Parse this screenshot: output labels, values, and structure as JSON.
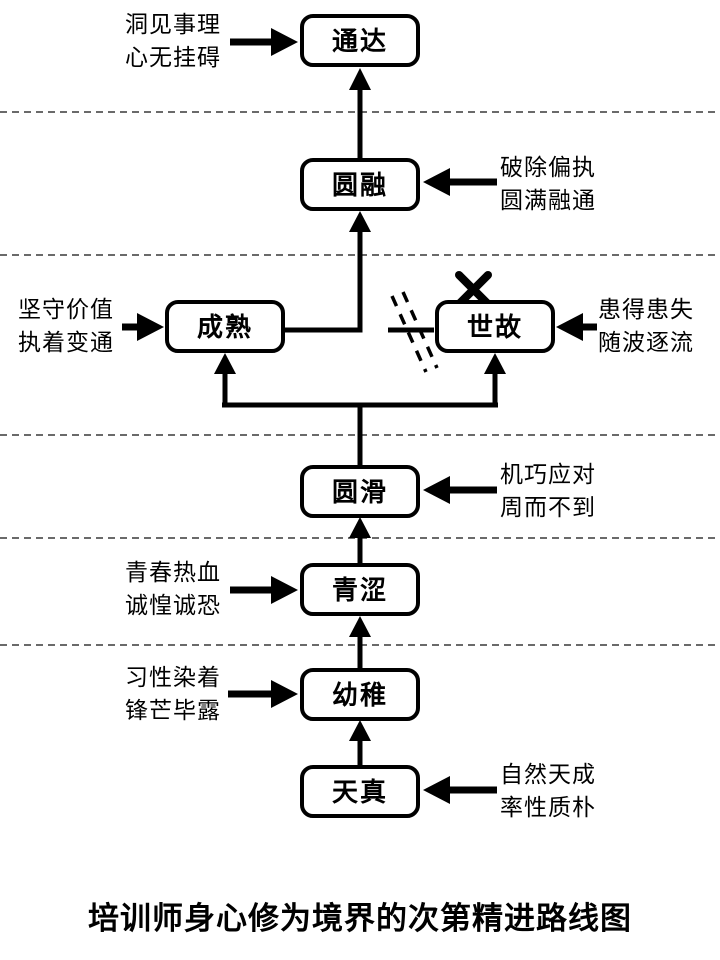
{
  "title": "培训师身心修为境界的次第精进路线图",
  "colors": {
    "ink": "#000000",
    "divider": "#555555",
    "background": "#ffffff"
  },
  "nodes": [
    {
      "label": "天真",
      "annotation": {
        "side": "right",
        "lines": [
          "自然天成",
          "率性质朴"
        ]
      }
    },
    {
      "label": "幼稚",
      "annotation": {
        "side": "left",
        "lines": [
          "习性染着",
          "锋芒毕露"
        ]
      }
    },
    {
      "label": "青涩",
      "annotation": {
        "side": "left",
        "lines": [
          "青春热血",
          "诚惶诚恐"
        ]
      }
    },
    {
      "label": "圆滑",
      "annotation": {
        "side": "right",
        "lines": [
          "机巧应对",
          "周而不到"
        ]
      }
    },
    {
      "label": "成熟",
      "annotation": {
        "side": "left",
        "lines": [
          "坚守价值",
          "执着变通"
        ]
      }
    },
    {
      "label": "世故",
      "annotation": {
        "side": "right",
        "lines": [
          "患得患失",
          "随波逐流"
        ]
      },
      "blocked": true
    },
    {
      "label": "圆融",
      "annotation": {
        "side": "right",
        "lines": [
          "破除偏执",
          "圆满融通"
        ]
      }
    },
    {
      "label": "通达",
      "annotation": {
        "side": "left",
        "lines": [
          "洞见事理",
          "心无挂碍"
        ]
      }
    }
  ]
}
